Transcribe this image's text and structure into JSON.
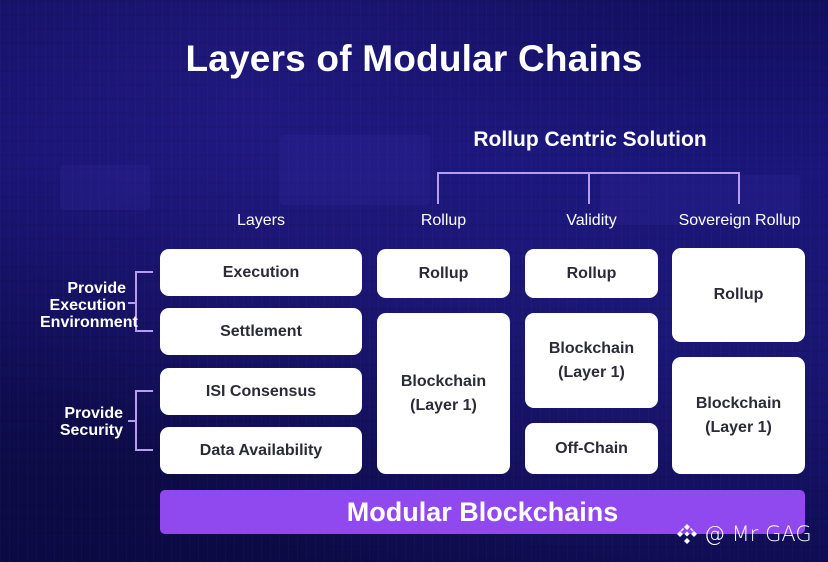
{
  "title": "Layers of Modular Chains",
  "subtitle": "Rollup Centric Solution",
  "columns": [
    {
      "header": "Layers",
      "boxes": [
        "Execution",
        "Settlement",
        "ISI Consensus",
        "Data Availability"
      ]
    },
    {
      "header": "Rollup",
      "boxes": [
        "Rollup",
        "Blockchain\n(Layer 1)"
      ]
    },
    {
      "header": "Validity",
      "boxes": [
        "Rollup",
        "Blockchain\n(Layer 1)",
        "Off-Chain"
      ]
    },
    {
      "header": "Sovereign Rollup",
      "boxes": [
        "Rollup",
        "Blockchain\n(Layer 1)"
      ]
    }
  ],
  "side_labels": {
    "execution_env": "Provide\nExecution\nEnvironment",
    "security": "Provide\nSecurity"
  },
  "footer_bar": "Modular Blockchains",
  "watermark": {
    "icon": "binance-diamond-icon",
    "text": "@ Mr GAG"
  },
  "colors": {
    "accent_purple": "#9049ee",
    "bracket_line": "#b89cf0",
    "box_bg": "#ffffff",
    "box_text": "#2b2b38",
    "background": "#16136e"
  }
}
